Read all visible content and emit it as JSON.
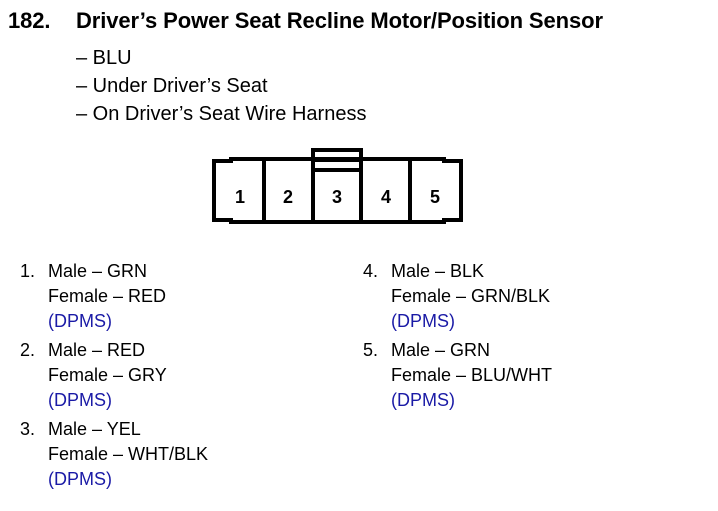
{
  "title": {
    "number": "182.",
    "text": "Driver’s Power Seat Recline Motor/Position Sensor"
  },
  "details": [
    "– BLU",
    "– Under Driver’s Seat",
    "– On Driver’s Seat Wire Harness"
  ],
  "connector": {
    "pins": [
      "1",
      "2",
      "3",
      "4",
      "5"
    ]
  },
  "pinouts": [
    {
      "num": "1.",
      "male": "Male – GRN",
      "female": "Female – RED",
      "note": "(DPMS)"
    },
    {
      "num": "2.",
      "male": "Male – RED",
      "female": "Female – GRY",
      "note": "(DPMS)"
    },
    {
      "num": "3.",
      "male": "Male – YEL",
      "female": "Female – WHT/BLK",
      "note": "(DPMS)"
    },
    {
      "num": "4.",
      "male": "Male – BLK",
      "female": "Female – GRN/BLK",
      "note": "(DPMS)"
    },
    {
      "num": "5.",
      "male": "Male – GRN",
      "female": "Female – BLU/WHT",
      "note": "(DPMS)"
    }
  ],
  "colors": {
    "text": "#000000",
    "note": "#1a1aa6"
  }
}
